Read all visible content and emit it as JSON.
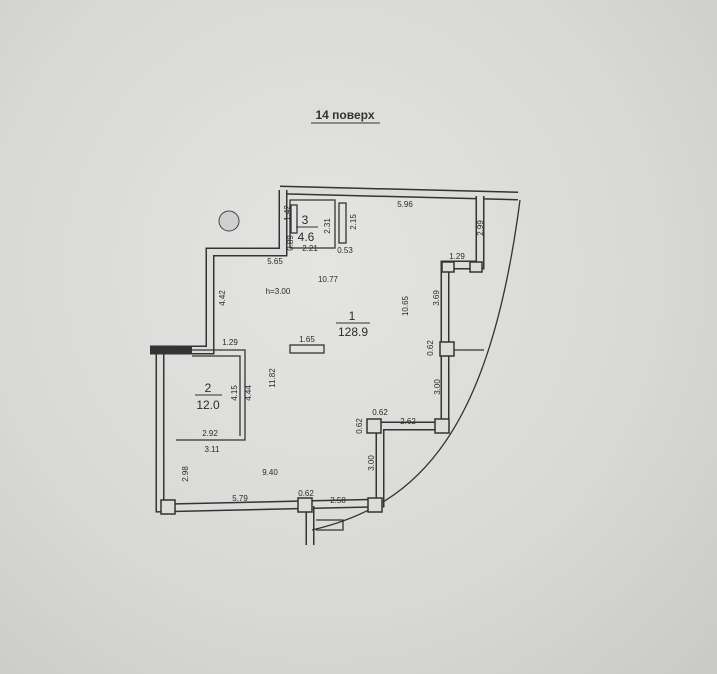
{
  "title": "14 поверх",
  "rooms": [
    {
      "number": "1",
      "area": "128.9"
    },
    {
      "number": "2",
      "area": "12.0"
    },
    {
      "number": "3",
      "area": "4.6"
    }
  ],
  "height_label": "h=3.00",
  "dimensions": {
    "d596": "5.96",
    "d142": "1.42",
    "d231": "2.31",
    "d215": "2.15",
    "d089": "0.89",
    "d221": "2.21",
    "d053": "0.53",
    "d299": "2.99",
    "d129a": "1.29",
    "d565": "5.65",
    "d1077": "10.77",
    "d442": "4.42",
    "d369": "3.69",
    "d1065": "10.65",
    "d129b": "1.29",
    "d165": "1.65",
    "d062a": "0.62",
    "d1182": "11.82",
    "d415": "4.15",
    "d444": "4.44",
    "d300a": "3.00",
    "d062b": "0.62",
    "d062c": "0.62",
    "d262": "2.62",
    "d292": "2.92",
    "d311": "3.11",
    "d300b": "3.00",
    "d940": "9.40",
    "d298": "2.98",
    "d579": "5.79",
    "d062d": "0.62",
    "d258": "2.58"
  }
}
